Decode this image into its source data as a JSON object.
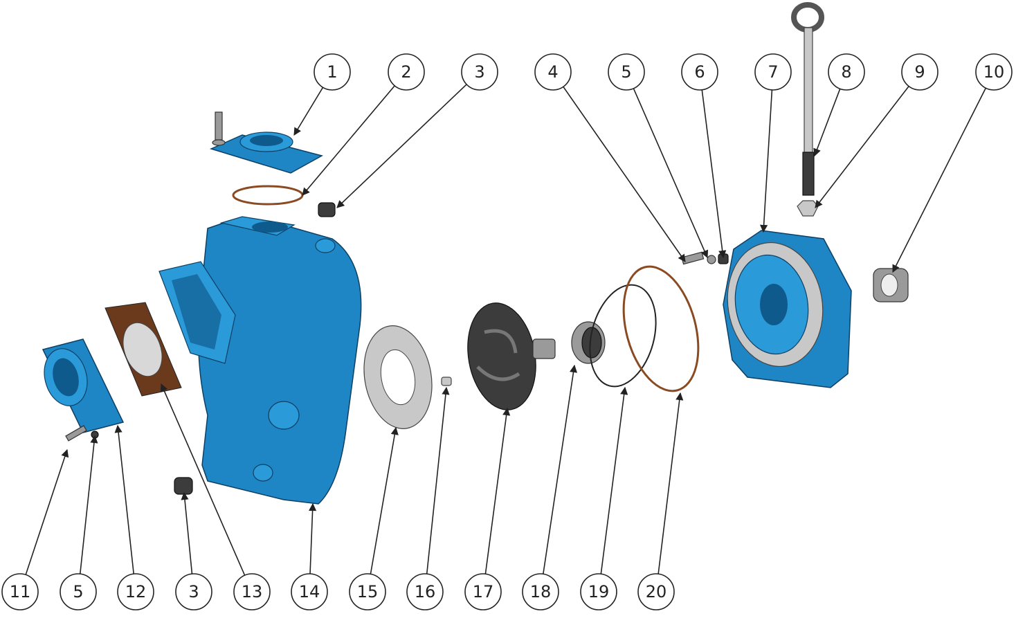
{
  "diagram": {
    "type": "exploded-parts-view",
    "colors": {
      "casing": "#1f86c6",
      "gasket": "#8a4a22",
      "impeller": "#3c3c3c",
      "plate": "#c8c8c8"
    },
    "top_callouts": [
      "1",
      "2",
      "3",
      "4",
      "5",
      "6",
      "7",
      "8",
      "9",
      "10"
    ],
    "bottom_callouts": [
      "11",
      "5",
      "12",
      "3",
      "13",
      "14",
      "15",
      "16",
      "17",
      "18",
      "19",
      "20"
    ]
  }
}
